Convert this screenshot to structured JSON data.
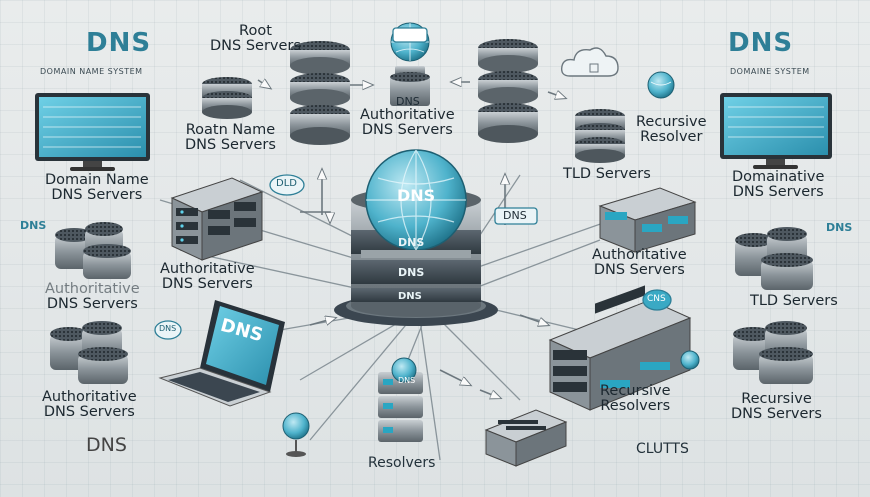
{
  "headings": {
    "dns_top_left": "DNS",
    "domain_name_system_left": "DOMAIN NAME SYSTEM",
    "dns_top_right": "DNS",
    "domain_system_right": "DOMAINE SYSTEM",
    "dns_bottom_left": "DNS"
  },
  "labels": {
    "root_dns_servers": [
      "Root",
      "DNS Servers"
    ],
    "root_name_dns_servers": [
      "Roatn Name",
      "DNS Servers"
    ],
    "domain_name_dns_servers": [
      "Domain Name",
      "DNS Servers"
    ],
    "authoritative_top": [
      "Authoritative",
      "DNS Servers"
    ],
    "recursive_resolver": [
      "Recursive",
      "Resolver"
    ],
    "tld_servers_top": "TLD Servers",
    "domainative_dns_servers": [
      "Domainative",
      "DNS Servers"
    ],
    "authoritative_mid": [
      "Authoritative",
      "DNS Servers"
    ],
    "authoritative_left": [
      "Authoritative",
      "DNS Servers"
    ],
    "authoritative_right": [
      "Authoritative",
      "DNS Servers"
    ],
    "tld_servers_right": "TLD Servers",
    "dns_left_side": "DNS",
    "dns_right_side": "DNS",
    "recursive_resolvers_center": [
      "Recursive",
      "Resolvers"
    ],
    "recursive_dns_servers_right": [
      "Recursive",
      "DNS Servers"
    ],
    "resolvers": "Resolvers",
    "clients": "CLUTTS"
  },
  "tags": {
    "dld": "DLD",
    "dns_mid": "DNS",
    "dns_globe": "DNS",
    "dns_stack_1": "DNS",
    "dns_stack_2": "DNS",
    "dns_stack_3": "DNS",
    "dns_laptop": "DNS",
    "dns_auth_server": "DNS",
    "dns_bubble_left": "DNS",
    "dns_bubble_right": "CNS",
    "dns_small_globe": "DNS"
  },
  "colors": {
    "accent": "#2e7f97",
    "teal": "#3aa9c4",
    "server_dark": "#3b4650",
    "server_mid": "#8d969c",
    "background": "#e6eaeb"
  },
  "icons": [
    "globe-icon",
    "server-stack-icon",
    "cloud-icon",
    "monitor-icon",
    "laptop-icon",
    "rack-server-icon",
    "arrow-icon"
  ]
}
